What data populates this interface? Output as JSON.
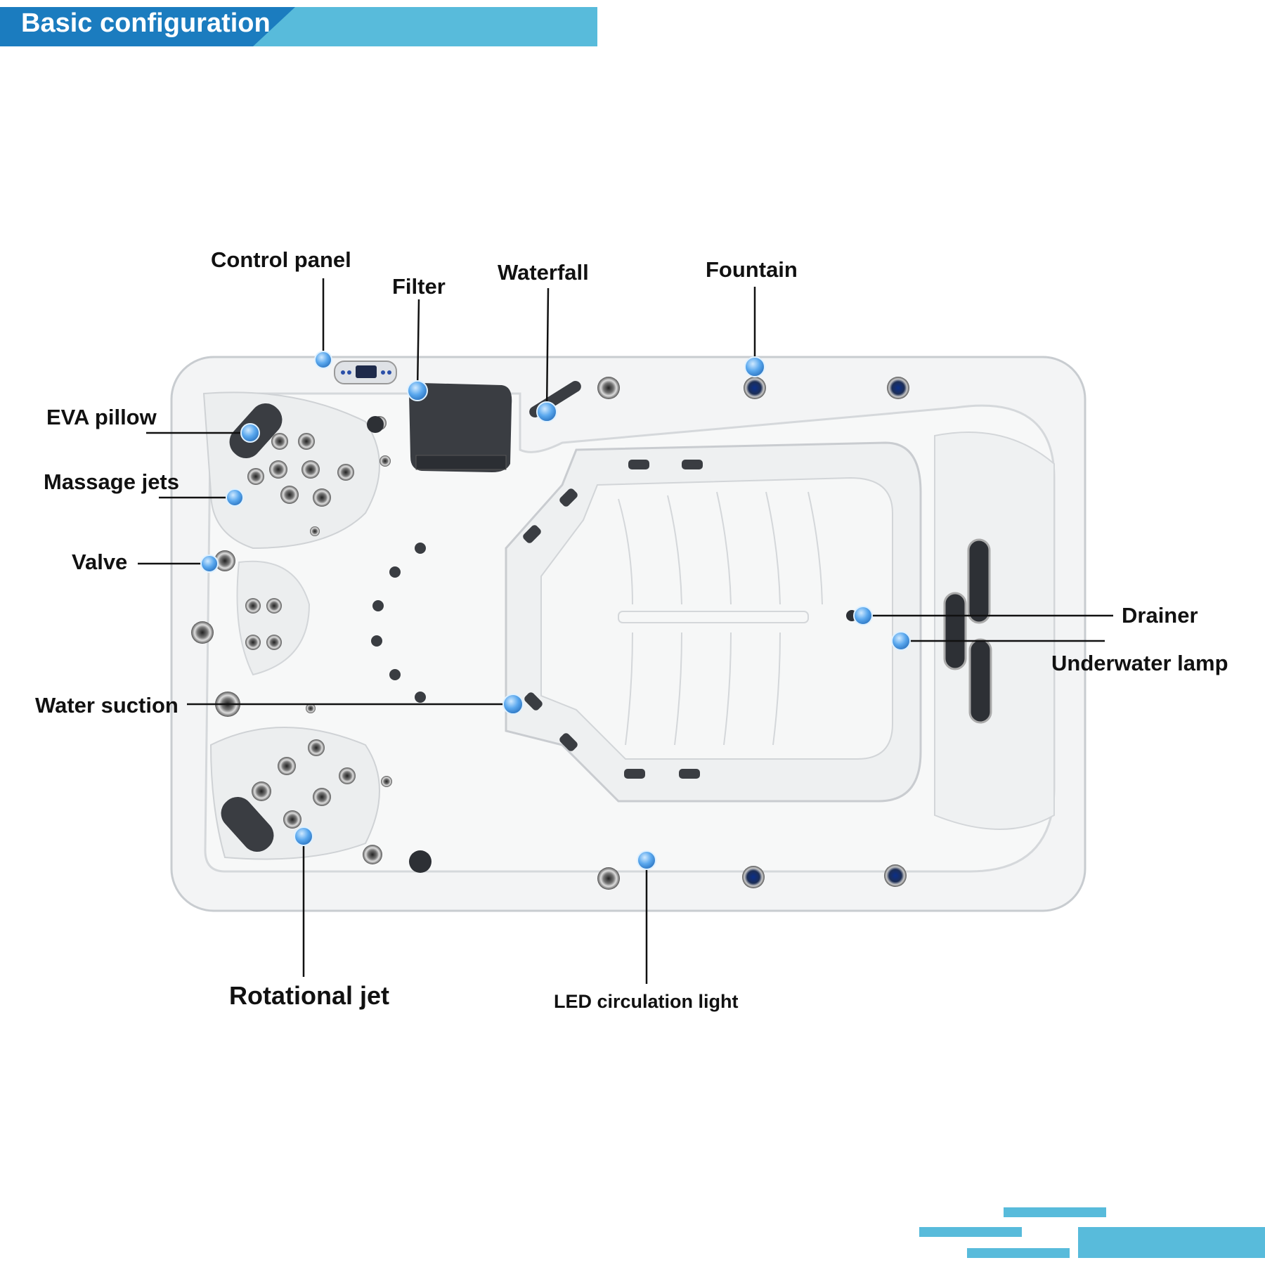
{
  "header": {
    "title": "Basic configuration"
  },
  "colors": {
    "accent": "#58bbdb",
    "accent_dark": "#1b7cbf",
    "marker": "#4aa3e8",
    "leader": "#111111",
    "tub_shell": "#f2f3f4",
    "tub_outline": "#c9cdd1",
    "pillow": "#3a3d42"
  },
  "labels": {
    "control_panel": "Control panel",
    "filter": "Filter",
    "waterfall": "Waterfall",
    "fountain": "Fountain",
    "eva_pillow": "EVA pillow",
    "massage_jets": "Massage jets",
    "valve": "Valve",
    "water_suction": "Water suction",
    "drainer": "Drainer",
    "underwater_lamp": "Underwater lamp",
    "rotational_jet": "Rotational jet",
    "led_circulation_light": "LED circulation light"
  }
}
